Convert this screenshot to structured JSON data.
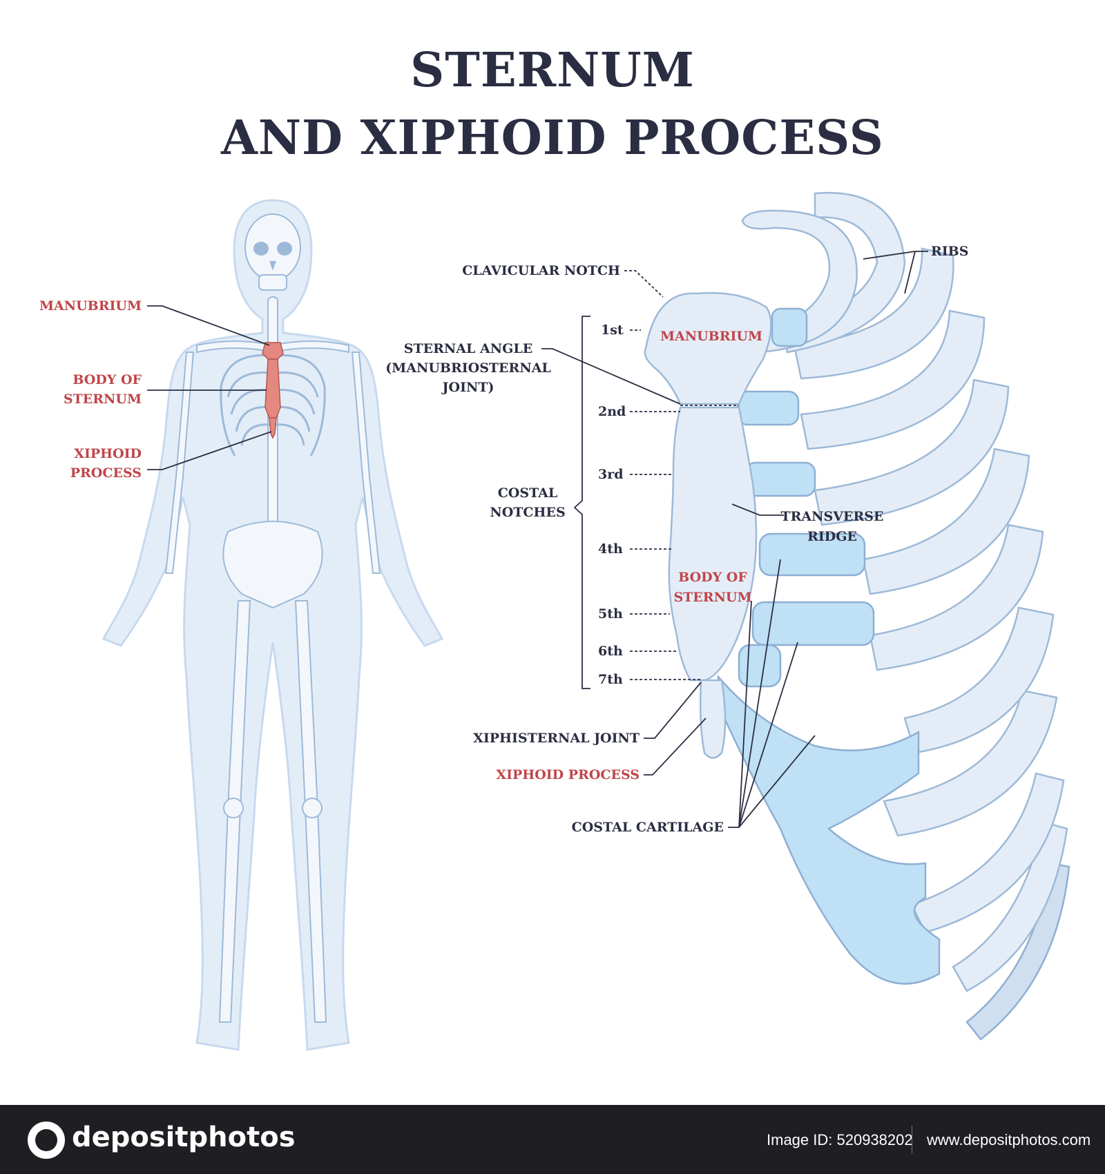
{
  "title": {
    "line1": "STERNUM",
    "line2": "AND XIPHOID PROCESS"
  },
  "left_figure": {
    "labels": {
      "manubrium": "MANUBRIUM",
      "body_of_sternum_1": "BODY OF",
      "body_of_sternum_2": "STERNUM",
      "xiphoid_1": "XIPHOID",
      "xiphoid_2": "PROCESS"
    }
  },
  "right_figure": {
    "labels": {
      "clavicular_notch": "CLAVICULAR NOTCH",
      "ribs": "RIBS",
      "manubrium": "MANUBRIUM",
      "sternal_angle_1": "STERNAL ANGLE",
      "sternal_angle_2": "(MANUBRIOSTERNAL",
      "sternal_angle_3": "JOINT)",
      "costal_notches_1": "COSTAL",
      "costal_notches_2": "NOTCHES",
      "transverse_ridge_1": "TRANSVERSE",
      "transverse_ridge_2": "RIDGE",
      "body_of_sternum_1": "BODY OF",
      "body_of_sternum_2": "STERNUM",
      "xiphisternal_joint": "XIPHISTERNAL JOINT",
      "xiphoid_process": "XIPHOID PROCESS",
      "costal_cartilage": "COSTAL CARTILAGE"
    },
    "notches": [
      "1st",
      "2nd",
      "3rd",
      "4th",
      "5th",
      "6th",
      "7th"
    ]
  },
  "footer": {
    "brand": "depositphotos",
    "image_id": "Image ID: 520938202",
    "site": "www.depositphotos.com"
  },
  "colors": {
    "title": "#2b2d42",
    "highlight": "#c0454a",
    "bone": "#e4edf7",
    "cartilage": "#bfe0f5",
    "footer_bg": "#1f1f23"
  }
}
